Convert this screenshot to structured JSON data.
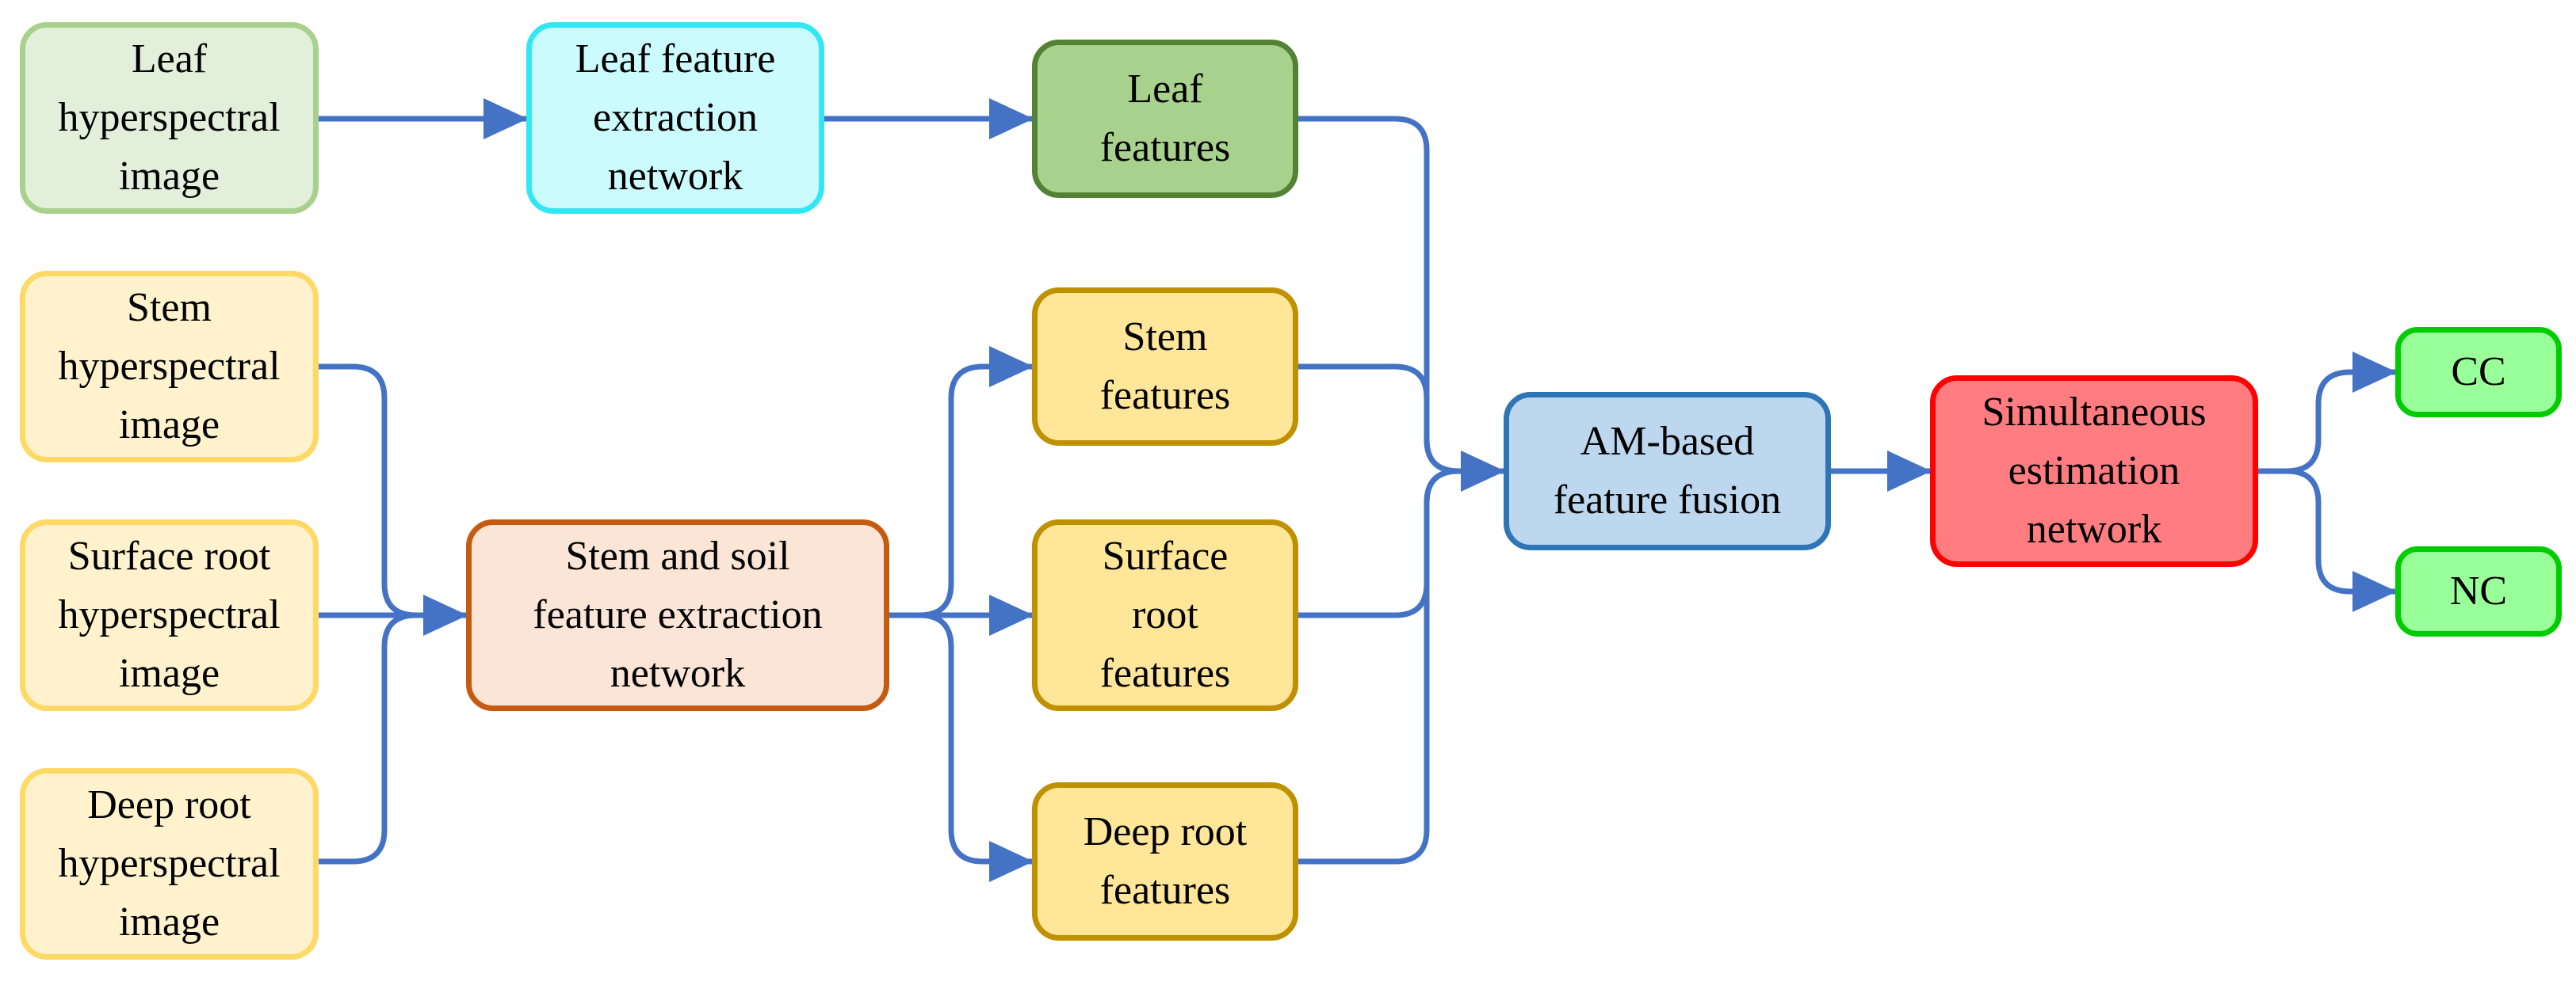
{
  "colors": {
    "arrow": "#4472C4",
    "leaf_input": {
      "fill": "#E2EFDA",
      "stroke": "#A9D18E"
    },
    "feature_extractor_leaf": {
      "fill": "#CCFBFD",
      "stroke": "#33E6F3"
    },
    "leaf_features": {
      "fill": "#A9D18E",
      "stroke": "#548235"
    },
    "stem_soil_input": {
      "fill": "#FFF2CC",
      "stroke": "#FFD966"
    },
    "feature_extractor_stem_soil": {
      "fill": "#FBE5D6",
      "stroke": "#C55A11"
    },
    "stem_soil_features": {
      "fill": "#FFE699",
      "stroke": "#BF9000"
    },
    "fusion": {
      "fill": "#BDD7EE",
      "stroke": "#2E75B6"
    },
    "estimation": {
      "fill": "#FF7C80",
      "stroke": "#FF0000"
    },
    "outputs": {
      "fill": "#99FF99",
      "stroke": "#00CC00"
    }
  },
  "nodes": {
    "leaf_hyperspectral_image": "Leaf\nhyperspectral\nimage",
    "leaf_feature_extraction_network": "Leaf feature\nextraction\nnetwork",
    "leaf_features": "Leaf\nfeatures",
    "stem_hyperspectral_image": "Stem\nhyperspectral\nimage",
    "surface_root_hyperspectral_image": "Surface root\nhyperspectral\nimage",
    "deep_root_hyperspectral_image": "Deep root\nhyperspectral\nimage",
    "stem_and_soil_feature_extraction_network": "Stem and soil\nfeature extraction\nnetwork",
    "stem_features": "Stem\nfeatures",
    "surface_root_features": "Surface\nroot\nfeatures",
    "deep_root_features": "Deep root\nfeatures",
    "am_based_feature_fusion": "AM-based\nfeature fusion",
    "simultaneous_estimation_network": "Simultaneous\nestimation\nnetwork",
    "cc_output": "CC",
    "nc_output": "NC"
  }
}
